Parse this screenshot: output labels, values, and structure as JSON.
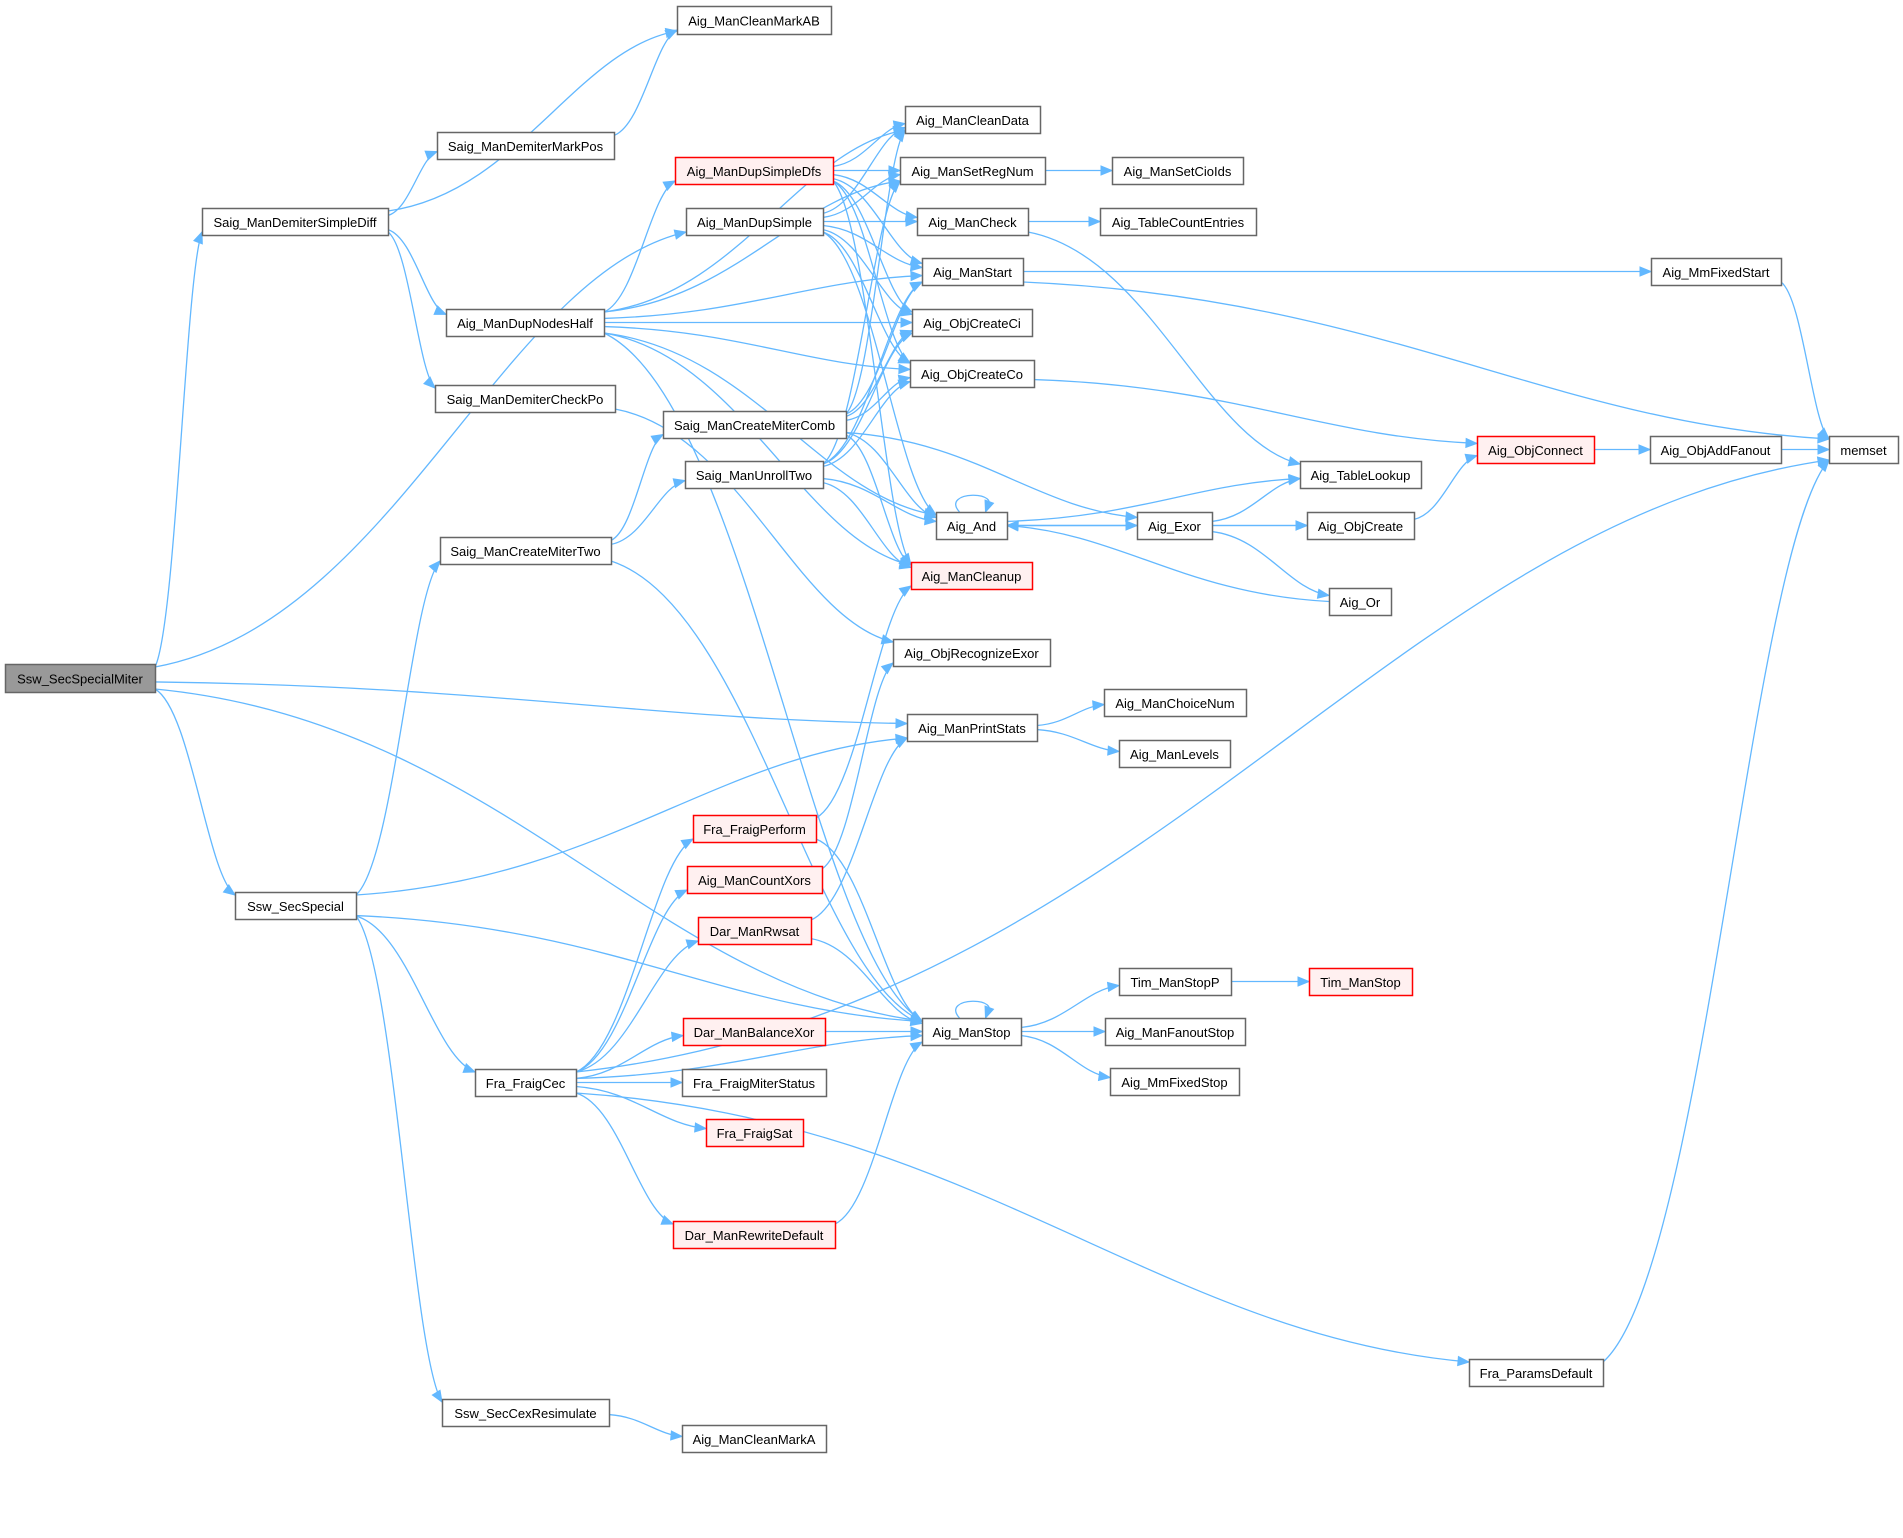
{
  "title": "Ssw_SecSpecialMiter call graph",
  "colors": {
    "edge": "#63b8ff",
    "node_border": "#666666",
    "root_fill": "#999999",
    "truncated_border": "#ff0000",
    "truncated_fill": "#fff0f0"
  },
  "nodes": [
    {
      "id": "Ssw_SecSpecialMiter",
      "label": "Ssw_SecSpecialMiter",
      "kind": "root"
    },
    {
      "id": "Saig_ManDemiterSimpleDiff",
      "label": "Saig_ManDemiterSimpleDiff",
      "kind": "normal"
    },
    {
      "id": "Saig_ManDemiterMarkPos",
      "label": "Saig_ManDemiterMarkPos",
      "kind": "normal"
    },
    {
      "id": "Aig_ManCleanMarkAB",
      "label": "Aig_ManCleanMarkAB",
      "kind": "normal"
    },
    {
      "id": "Aig_ManDupNodesHalf",
      "label": "Aig_ManDupNodesHalf",
      "kind": "normal"
    },
    {
      "id": "Saig_ManDemiterCheckPo",
      "label": "Saig_ManDemiterCheckPo",
      "kind": "normal"
    },
    {
      "id": "Saig_ManCreateMiterTwo",
      "label": "Saig_ManCreateMiterTwo",
      "kind": "normal"
    },
    {
      "id": "Saig_ManCreateMiterComb",
      "label": "Saig_ManCreateMiterComb",
      "kind": "normal"
    },
    {
      "id": "Saig_ManUnrollTwo",
      "label": "Saig_ManUnrollTwo",
      "kind": "normal"
    },
    {
      "id": "Aig_ManDupSimpleDfs",
      "label": "Aig_ManDupSimpleDfs",
      "kind": "truncated"
    },
    {
      "id": "Aig_ManDupSimple",
      "label": "Aig_ManDupSimple",
      "kind": "normal"
    },
    {
      "id": "Aig_ManCleanData",
      "label": "Aig_ManCleanData",
      "kind": "normal"
    },
    {
      "id": "Aig_ManSetRegNum",
      "label": "Aig_ManSetRegNum",
      "kind": "normal"
    },
    {
      "id": "Aig_ManSetCioIds",
      "label": "Aig_ManSetCioIds",
      "kind": "normal"
    },
    {
      "id": "Aig_ManCheck",
      "label": "Aig_ManCheck",
      "kind": "normal"
    },
    {
      "id": "Aig_TableCountEntries",
      "label": "Aig_TableCountEntries",
      "kind": "normal"
    },
    {
      "id": "Aig_ManStart",
      "label": "Aig_ManStart",
      "kind": "normal"
    },
    {
      "id": "Aig_MmFixedStart",
      "label": "Aig_MmFixedStart",
      "kind": "normal"
    },
    {
      "id": "Aig_ObjCreateCi",
      "label": "Aig_ObjCreateCi",
      "kind": "normal"
    },
    {
      "id": "Aig_ObjCreateCo",
      "label": "Aig_ObjCreateCo",
      "kind": "normal"
    },
    {
      "id": "Aig_ObjConnect",
      "label": "Aig_ObjConnect",
      "kind": "truncated"
    },
    {
      "id": "Aig_ObjAddFanout",
      "label": "Aig_ObjAddFanout",
      "kind": "normal"
    },
    {
      "id": "memset",
      "label": "memset",
      "kind": "normal"
    },
    {
      "id": "Aig_TableLookup",
      "label": "Aig_TableLookup",
      "kind": "normal"
    },
    {
      "id": "Aig_And",
      "label": "Aig_And",
      "kind": "normal"
    },
    {
      "id": "Aig_Exor",
      "label": "Aig_Exor",
      "kind": "normal"
    },
    {
      "id": "Aig_ObjCreate",
      "label": "Aig_ObjCreate",
      "kind": "normal"
    },
    {
      "id": "Aig_Or",
      "label": "Aig_Or",
      "kind": "normal"
    },
    {
      "id": "Aig_ManCleanup",
      "label": "Aig_ManCleanup",
      "kind": "truncated"
    },
    {
      "id": "Aig_ObjRecognizeExor",
      "label": "Aig_ObjRecognizeExor",
      "kind": "normal"
    },
    {
      "id": "Aig_ManPrintStats",
      "label": "Aig_ManPrintStats",
      "kind": "normal"
    },
    {
      "id": "Aig_ManChoiceNum",
      "label": "Aig_ManChoiceNum",
      "kind": "normal"
    },
    {
      "id": "Aig_ManLevels",
      "label": "Aig_ManLevels",
      "kind": "normal"
    },
    {
      "id": "Ssw_SecSpecial",
      "label": "Ssw_SecSpecial",
      "kind": "normal"
    },
    {
      "id": "Fra_FraigPerform",
      "label": "Fra_FraigPerform",
      "kind": "truncated"
    },
    {
      "id": "Aig_ManCountXors",
      "label": "Aig_ManCountXors",
      "kind": "truncated"
    },
    {
      "id": "Dar_ManRwsat",
      "label": "Dar_ManRwsat",
      "kind": "truncated"
    },
    {
      "id": "Dar_ManBalanceXor",
      "label": "Dar_ManBalanceXor",
      "kind": "truncated"
    },
    {
      "id": "Fra_FraigCec",
      "label": "Fra_FraigCec",
      "kind": "normal"
    },
    {
      "id": "Fra_FraigMiterStatus",
      "label": "Fra_FraigMiterStatus",
      "kind": "normal"
    },
    {
      "id": "Fra_FraigSat",
      "label": "Fra_FraigSat",
      "kind": "truncated"
    },
    {
      "id": "Dar_ManRewriteDefault",
      "label": "Dar_ManRewriteDefault",
      "kind": "truncated"
    },
    {
      "id": "Aig_ManStop",
      "label": "Aig_ManStop",
      "kind": "normal"
    },
    {
      "id": "Tim_ManStopP",
      "label": "Tim_ManStopP",
      "kind": "normal"
    },
    {
      "id": "Tim_ManStop",
      "label": "Tim_ManStop",
      "kind": "truncated"
    },
    {
      "id": "Aig_ManFanoutStop",
      "label": "Aig_ManFanoutStop",
      "kind": "normal"
    },
    {
      "id": "Aig_MmFixedStop",
      "label": "Aig_MmFixedStop",
      "kind": "normal"
    },
    {
      "id": "Fra_ParamsDefault",
      "label": "Fra_ParamsDefault",
      "kind": "normal"
    },
    {
      "id": "Ssw_SecCexResimulate",
      "label": "Ssw_SecCexResimulate",
      "kind": "normal"
    },
    {
      "id": "Aig_ManCleanMarkA",
      "label": "Aig_ManCleanMarkA",
      "kind": "normal"
    }
  ],
  "edges": [
    [
      "Ssw_SecSpecialMiter",
      "Saig_ManDemiterSimpleDiff"
    ],
    [
      "Ssw_SecSpecialMiter",
      "Aig_ManDupSimple"
    ],
    [
      "Ssw_SecSpecialMiter",
      "Aig_ManPrintStats"
    ],
    [
      "Ssw_SecSpecialMiter",
      "Ssw_SecSpecial"
    ],
    [
      "Ssw_SecSpecialMiter",
      "Aig_ManStop"
    ],
    [
      "Saig_ManDemiterSimpleDiff",
      "Aig_ManCleanMarkAB"
    ],
    [
      "Saig_ManDemiterSimpleDiff",
      "Saig_ManDemiterMarkPos"
    ],
    [
      "Saig_ManDemiterSimpleDiff",
      "Aig_ManDupNodesHalf"
    ],
    [
      "Saig_ManDemiterSimpleDiff",
      "Saig_ManDemiterCheckPo"
    ],
    [
      "Saig_ManDemiterMarkPos",
      "Aig_ManCleanMarkAB"
    ],
    [
      "Aig_ManDupNodesHalf",
      "Aig_ManCleanData"
    ],
    [
      "Aig_ManDupNodesHalf",
      "Aig_ManDupSimpleDfs"
    ],
    [
      "Aig_ManDupNodesHalf",
      "Aig_ManSetRegNum"
    ],
    [
      "Aig_ManDupNodesHalf",
      "Aig_ManStart"
    ],
    [
      "Aig_ManDupNodesHalf",
      "Aig_ObjCreateCi"
    ],
    [
      "Aig_ManDupNodesHalf",
      "Aig_ObjCreateCo"
    ],
    [
      "Aig_ManDupNodesHalf",
      "Aig_And"
    ],
    [
      "Aig_ManDupNodesHalf",
      "Aig_ManCleanup"
    ],
    [
      "Aig_ManDupNodesHalf",
      "Aig_ManStop"
    ],
    [
      "Saig_ManDemiterCheckPo",
      "Aig_ObjRecognizeExor"
    ],
    [
      "Aig_ManDupSimpleDfs",
      "Aig_ManCleanData"
    ],
    [
      "Aig_ManDupSimpleDfs",
      "Aig_ManSetRegNum"
    ],
    [
      "Aig_ManDupSimpleDfs",
      "Aig_ManCheck"
    ],
    [
      "Aig_ManDupSimpleDfs",
      "Aig_ManStart"
    ],
    [
      "Aig_ManDupSimpleDfs",
      "Aig_ObjCreateCi"
    ],
    [
      "Aig_ManDupSimpleDfs",
      "Aig_ObjCreateCo"
    ],
    [
      "Aig_ManDupSimpleDfs",
      "Aig_ManCleanup"
    ],
    [
      "Aig_ManDupSimple",
      "Aig_ManCleanData"
    ],
    [
      "Aig_ManDupSimple",
      "Aig_ManSetRegNum"
    ],
    [
      "Aig_ManDupSimple",
      "Aig_ManCheck"
    ],
    [
      "Aig_ManDupSimple",
      "Aig_ManStart"
    ],
    [
      "Aig_ManDupSimple",
      "Aig_ObjCreateCi"
    ],
    [
      "Aig_ManDupSimple",
      "Aig_ObjCreateCo"
    ],
    [
      "Aig_ManDupSimple",
      "Aig_And"
    ],
    [
      "Aig_ManSetRegNum",
      "Aig_ManSetCioIds"
    ],
    [
      "Aig_ManCheck",
      "Aig_TableCountEntries"
    ],
    [
      "Aig_ManCheck",
      "Aig_TableLookup"
    ],
    [
      "Aig_ManStart",
      "Aig_MmFixedStart"
    ],
    [
      "Aig_ManStart",
      "memset"
    ],
    [
      "Aig_MmFixedStart",
      "memset"
    ],
    [
      "Aig_ObjCreateCo",
      "Aig_ObjConnect"
    ],
    [
      "Aig_ObjConnect",
      "Aig_ObjAddFanout"
    ],
    [
      "Aig_ObjAddFanout",
      "memset"
    ],
    [
      "Saig_ManCreateMiterComb",
      "Aig_ManCleanData"
    ],
    [
      "Saig_ManCreateMiterComb",
      "Aig_ManStart"
    ],
    [
      "Saig_ManCreateMiterComb",
      "Aig_ObjCreateCi"
    ],
    [
      "Saig_ManCreateMiterComb",
      "Aig_ObjCreateCo"
    ],
    [
      "Saig_ManCreateMiterComb",
      "Aig_And"
    ],
    [
      "Saig_ManCreateMiterComb",
      "Aig_Exor"
    ],
    [
      "Saig_ManCreateMiterComb",
      "Aig_ManCleanup"
    ],
    [
      "Saig_ManUnrollTwo",
      "Aig_ManSetRegNum"
    ],
    [
      "Saig_ManUnrollTwo",
      "Aig_ManStart"
    ],
    [
      "Saig_ManUnrollTwo",
      "Aig_ObjCreateCi"
    ],
    [
      "Saig_ManUnrollTwo",
      "Aig_ObjCreateCo"
    ],
    [
      "Saig_ManUnrollTwo",
      "Aig_And"
    ],
    [
      "Saig_ManUnrollTwo",
      "Aig_ManCleanup"
    ],
    [
      "Saig_ManCreateMiterTwo",
      "Saig_ManCreateMiterComb"
    ],
    [
      "Saig_ManCreateMiterTwo",
      "Saig_ManUnrollTwo"
    ],
    [
      "Saig_ManCreateMiterTwo",
      "Aig_ManStop"
    ],
    [
      "Aig_And",
      "Aig_And"
    ],
    [
      "Aig_And",
      "Aig_TableLookup"
    ],
    [
      "Aig_And",
      "Aig_Exor"
    ],
    [
      "Aig_And",
      "Aig_ObjCreate"
    ],
    [
      "Aig_Exor",
      "Aig_And"
    ],
    [
      "Aig_Exor",
      "Aig_TableLookup"
    ],
    [
      "Aig_Exor",
      "Aig_ObjCreate"
    ],
    [
      "Aig_Exor",
      "Aig_Or"
    ],
    [
      "Aig_Or",
      "Aig_And"
    ],
    [
      "Aig_ObjCreate",
      "Aig_ObjConnect"
    ],
    [
      "Aig_ManPrintStats",
      "Aig_ManChoiceNum"
    ],
    [
      "Aig_ManPrintStats",
      "Aig_ManLevels"
    ],
    [
      "Ssw_SecSpecial",
      "Saig_ManCreateMiterTwo"
    ],
    [
      "Ssw_SecSpecial",
      "Aig_ManPrintStats"
    ],
    [
      "Ssw_SecSpecial",
      "Fra_FraigCec"
    ],
    [
      "Ssw_SecSpecial",
      "Aig_ManStop"
    ],
    [
      "Ssw_SecSpecial",
      "Ssw_SecCexResimulate"
    ],
    [
      "Fra_FraigCec",
      "Fra_FraigPerform"
    ],
    [
      "Fra_FraigCec",
      "Aig_ManCountXors"
    ],
    [
      "Fra_FraigCec",
      "Dar_ManRwsat"
    ],
    [
      "Fra_FraigCec",
      "Dar_ManBalanceXor"
    ],
    [
      "Fra_FraigCec",
      "Fra_FraigMiterStatus"
    ],
    [
      "Fra_FraigCec",
      "Fra_FraigSat"
    ],
    [
      "Fra_FraigCec",
      "Aig_ManStop"
    ],
    [
      "Fra_FraigCec",
      "Dar_ManRewriteDefault"
    ],
    [
      "Fra_FraigCec",
      "memset"
    ],
    [
      "Fra_FraigCec",
      "Fra_ParamsDefault"
    ],
    [
      "Fra_FraigPerform",
      "Aig_ManCleanup"
    ],
    [
      "Fra_FraigPerform",
      "Aig_ManStop"
    ],
    [
      "Aig_ManCountXors",
      "Aig_ObjRecognizeExor"
    ],
    [
      "Dar_ManRwsat",
      "Aig_ManPrintStats"
    ],
    [
      "Dar_ManRwsat",
      "Aig_ManStop"
    ],
    [
      "Dar_ManBalanceXor",
      "Aig_ManStop"
    ],
    [
      "Dar_ManRewriteDefault",
      "Aig_ManStop"
    ],
    [
      "Aig_ManStop",
      "Aig_ManStop"
    ],
    [
      "Aig_ManStop",
      "Tim_ManStopP"
    ],
    [
      "Aig_ManStop",
      "Aig_ManFanoutStop"
    ],
    [
      "Aig_ManStop",
      "Aig_MmFixedStop"
    ],
    [
      "Tim_ManStopP",
      "Tim_ManStop"
    ],
    [
      "Fra_ParamsDefault",
      "memset"
    ],
    [
      "Ssw_SecCexResimulate",
      "Aig_ManCleanMarkA"
    ]
  ]
}
